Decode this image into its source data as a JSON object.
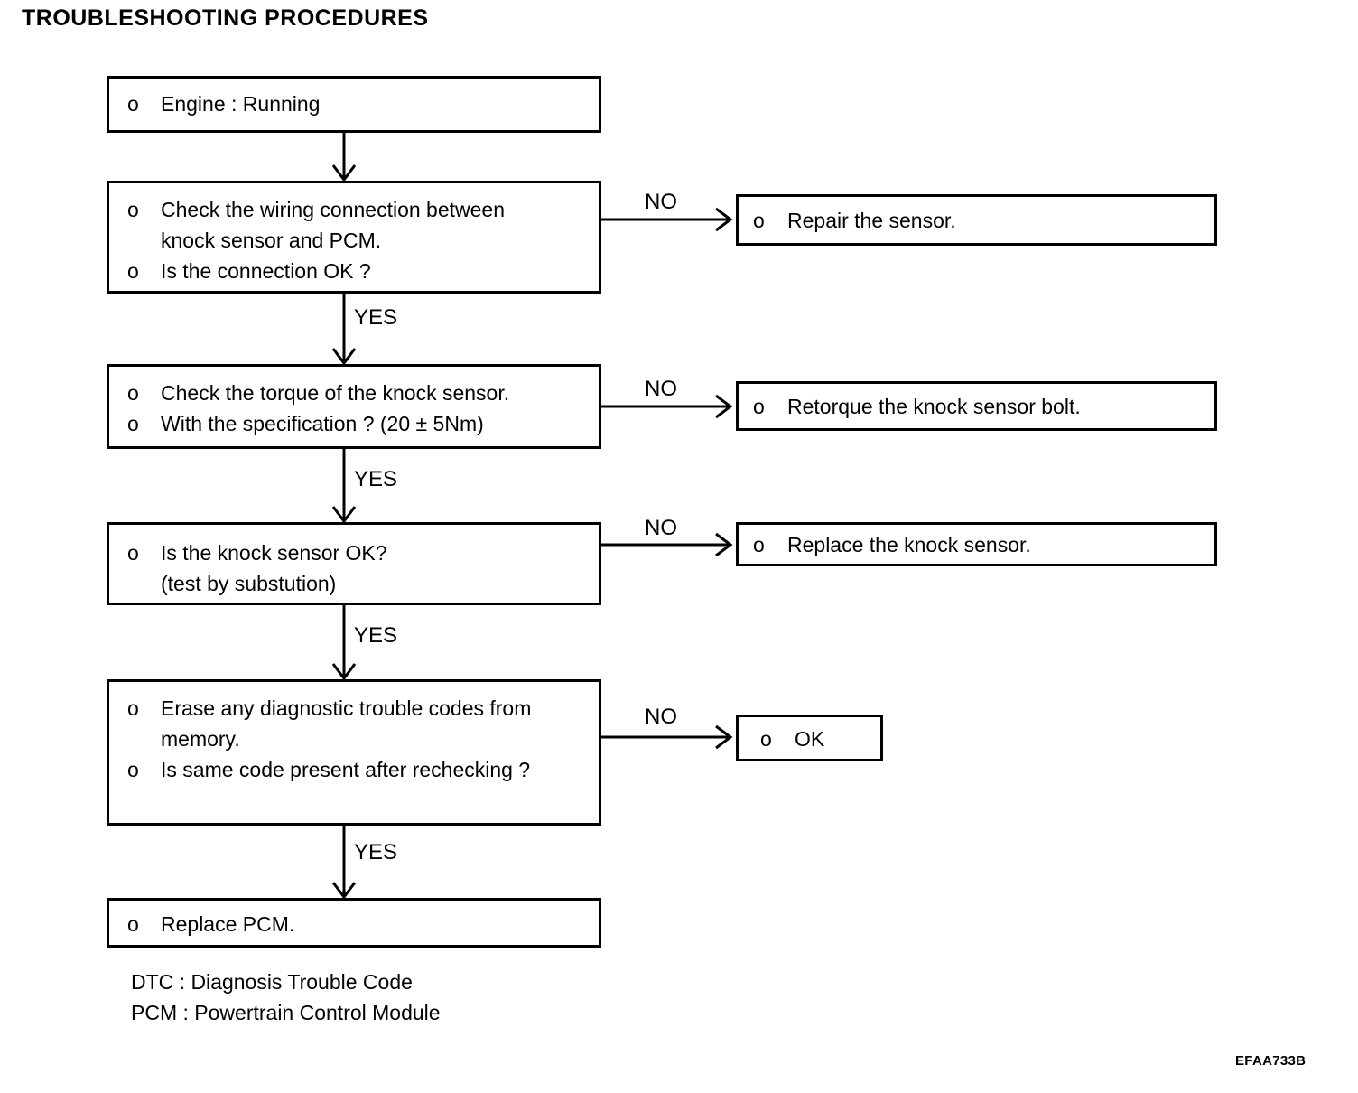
{
  "title": "TROUBLESHOOTING PROCEDURES",
  "bullet": "o",
  "labels": {
    "yes": "YES",
    "no": "NO"
  },
  "boxes": {
    "engine": {
      "items": [
        {
          "lines": [
            "Engine : Running"
          ]
        }
      ]
    },
    "wiring": {
      "items": [
        {
          "lines": [
            "Check the wiring connection between",
            "knock sensor and PCM."
          ]
        },
        {
          "lines": [
            "Is the connection OK ?"
          ]
        }
      ]
    },
    "torque": {
      "items": [
        {
          "lines": [
            "Check the torque of the knock sensor."
          ]
        },
        {
          "lines": [
            "With the specification ? (20 ± 5Nm)"
          ]
        }
      ]
    },
    "knock_sensor": {
      "items": [
        {
          "lines": [
            "Is the knock sensor OK?",
            "(test by substution)"
          ]
        }
      ]
    },
    "erase_codes": {
      "items": [
        {
          "lines": [
            "Erase any diagnostic trouble codes from",
            "memory."
          ]
        },
        {
          "lines": [
            "Is same code present after rechecking ?"
          ]
        }
      ]
    },
    "replace_pcm": {
      "items": [
        {
          "lines": [
            "Replace PCM."
          ]
        }
      ]
    },
    "repair_sensor": {
      "items": [
        {
          "lines": [
            "Repair the sensor."
          ]
        }
      ]
    },
    "retorque_bolt": {
      "items": [
        {
          "lines": [
            "Retorque the knock sensor bolt."
          ]
        }
      ]
    },
    "replace_sensor": {
      "items": [
        {
          "lines": [
            "Replace the knock sensor."
          ]
        }
      ]
    },
    "ok": {
      "items": [
        {
          "lines": [
            "OK"
          ]
        }
      ]
    }
  },
  "footnotes": {
    "dtc": "DTC : Diagnosis Trouble Code",
    "pcm": "PCM : Powertrain Control Module"
  },
  "ref_code": "EFAA733B"
}
